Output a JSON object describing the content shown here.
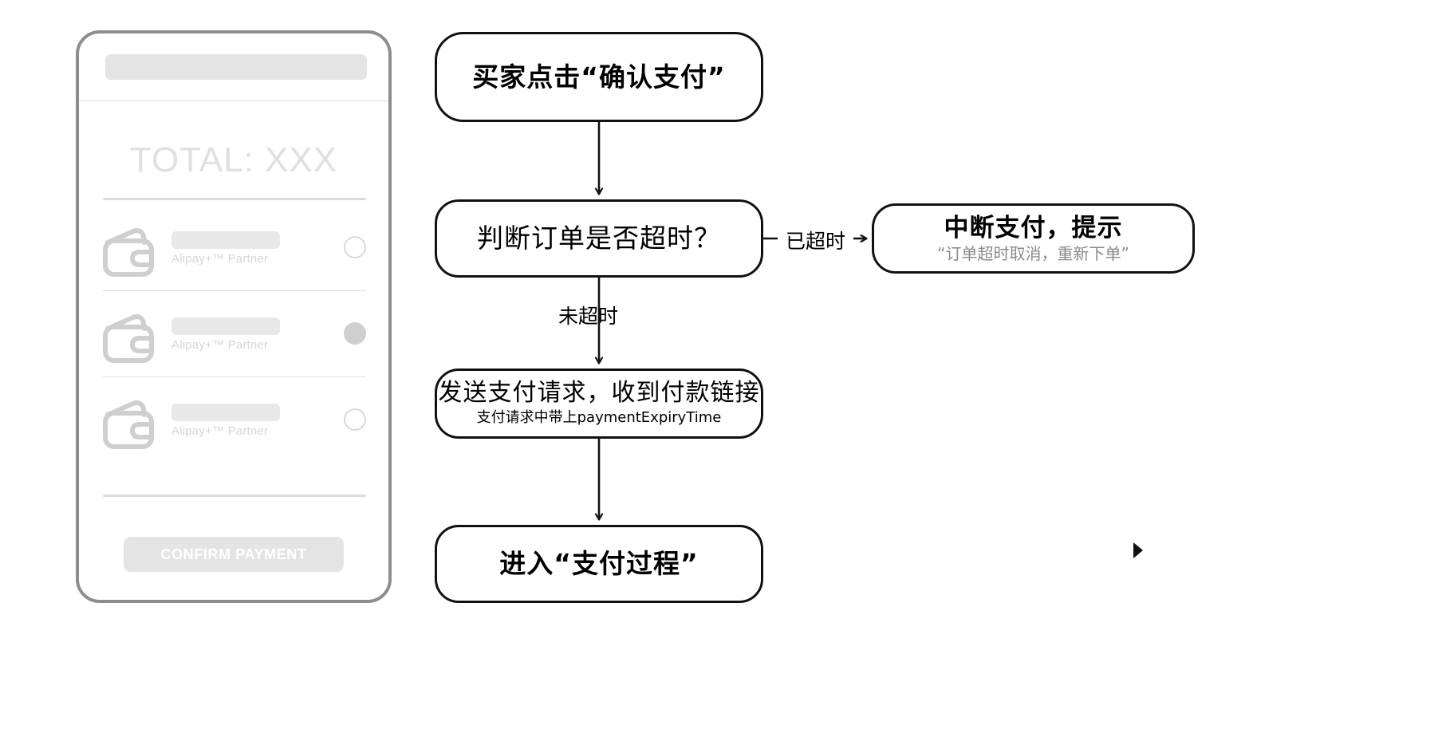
{
  "phone": {
    "total_label": "TOTAL: XXX",
    "confirm_button": "CONFIRM PAYMENT",
    "payment_rows": [
      {
        "icon": "wallet-icon",
        "name_placeholder": "",
        "subtitle": "Alipay+™ Partner",
        "selected": false
      },
      {
        "icon": "wallet-icon",
        "name_placeholder": "",
        "subtitle": "Alipay+™ Partner",
        "selected": true
      },
      {
        "icon": "wallet-icon",
        "name_placeholder": "",
        "subtitle": "Alipay+™ Partner",
        "selected": false
      }
    ]
  },
  "flow": {
    "nodes": {
      "click": {
        "title": "买家点击“确认支付”"
      },
      "decide": {
        "title": "判断订单是否超时？"
      },
      "send": {
        "title": "发送支付请求，收到付款链接",
        "subtitle": "支付请求中带上paymentExpiryTime"
      },
      "process": {
        "title": "进入“支付过程”"
      },
      "abort": {
        "title": "中断支付，提示",
        "subtitle": "“订单超时取消，重新下单”"
      }
    },
    "edge_labels": {
      "timeout": "已超时",
      "not_timeout": "未超时"
    }
  },
  "colors": {
    "stroke": "#111111",
    "phone_border": "#8d8d8d",
    "placeholder": "#e4e4e4",
    "muted_text": "#d6d6d6",
    "subtitle_gray": "#8a8a8a"
  }
}
